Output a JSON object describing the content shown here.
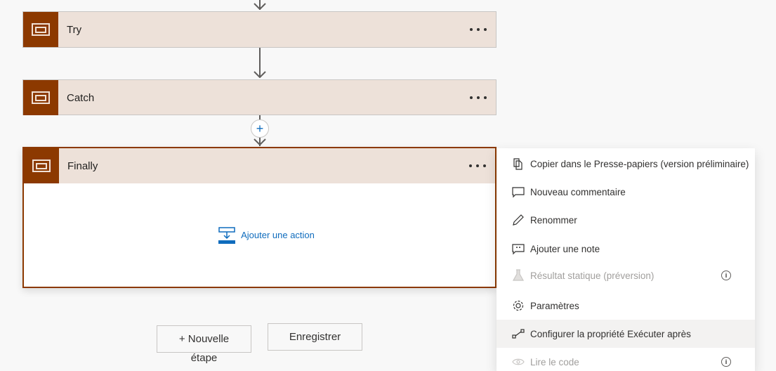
{
  "flow": {
    "cards": [
      {
        "title": "Try",
        "icon": "scope-icon"
      },
      {
        "title": "Catch",
        "icon": "scope-icon"
      },
      {
        "title": "Finally",
        "icon": "scope-icon",
        "add_action_label": "Ajouter une action"
      }
    ],
    "more_label": "..."
  },
  "insert_step": {
    "label": "+"
  },
  "buttons": {
    "new_step_line1": "+ Nouvelle",
    "new_step_line2": "étape",
    "save": "Enregistrer"
  },
  "context_menu": {
    "items": [
      {
        "label": "Copier dans le Presse-papiers (version préliminaire)",
        "icon": "copy-icon",
        "disabled": false
      },
      {
        "label": "Nouveau commentaire",
        "icon": "comment-icon",
        "disabled": false
      },
      {
        "label": "Renommer",
        "icon": "pencil-icon",
        "disabled": false
      },
      {
        "label": "Ajouter une note",
        "icon": "note-icon",
        "disabled": false
      },
      {
        "label": "Résultat statique (préversion)",
        "icon": "beaker-icon",
        "disabled": true,
        "info": "i"
      },
      {
        "label": "Paramètres",
        "icon": "gear-icon",
        "disabled": false
      },
      {
        "label": "Configurer la propriété Exécuter après",
        "icon": "run-after-icon",
        "disabled": false,
        "hover": true
      },
      {
        "label": "Lire le code",
        "icon": "eye-icon",
        "disabled": true,
        "info": "i"
      }
    ]
  },
  "colors": {
    "scope_brand": "#8c3900",
    "card_header_bg": "#ede1d9",
    "link_blue": "#0f6cbd",
    "canvas_bg": "#f8f8f8"
  }
}
